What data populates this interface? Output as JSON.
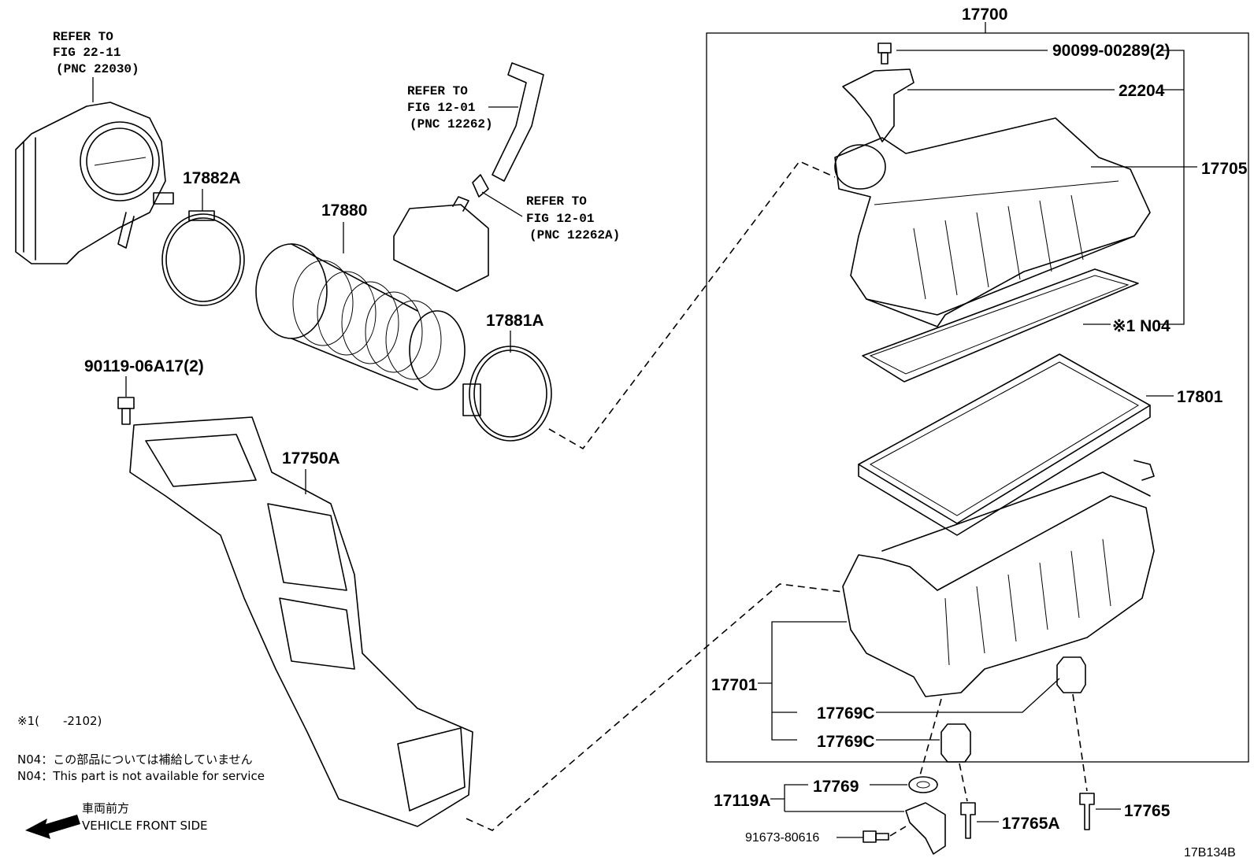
{
  "refs": [
    {
      "l1": "REFER TO",
      "l2": "FIG 22-11",
      "l3": "(PNC 22030)"
    },
    {
      "l1": "REFER TO",
      "l2": "FIG 12-01",
      "l3": "(PNC 12262)"
    },
    {
      "l1": "REFER TO",
      "l2": "FIG 12-01",
      "l3": "(PNC 12262A)"
    }
  ],
  "labels": {
    "p17700": "17700",
    "p90099": "90099-00289(2)",
    "p22204": "22204",
    "p17705": "17705",
    "pN04": "※1 N04",
    "p17801": "17801",
    "p17882A": "17882A",
    "p17880": "17880",
    "p17881A": "17881A",
    "p90119": "90119-06A17(2)",
    "p17750A": "17750A",
    "p17701": "17701",
    "p17769C_a": "17769C",
    "p17769C_b": "17769C",
    "p17119A": "17119A",
    "p17769": "17769",
    "p91673": "91673-80616",
    "p17765A": "17765A",
    "p17765": "17765"
  },
  "notes": {
    "footnote": "※1(　　-2102)",
    "n04_jp": "N04：この部品については補給していません",
    "n04_en": "N04：This part is not available for service",
    "front_jp": "車両前方",
    "front_en": "VEHICLE FRONT SIDE"
  },
  "figure_code": "17B134B"
}
